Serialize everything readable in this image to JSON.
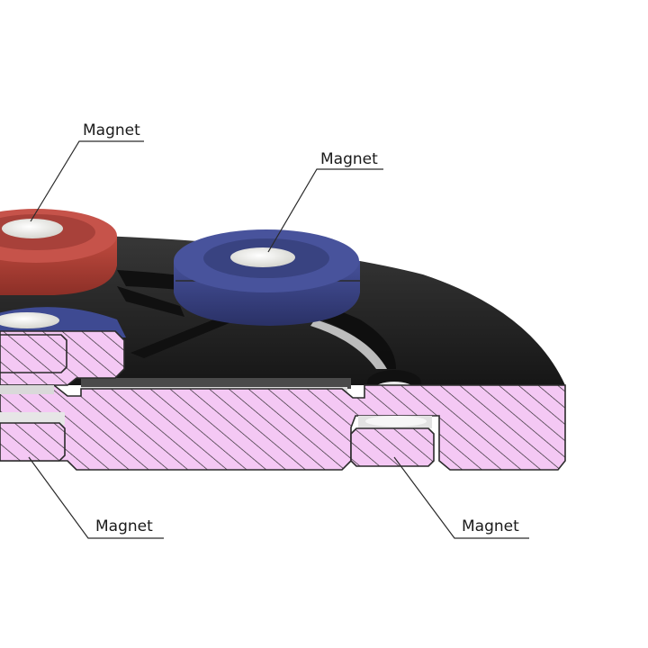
{
  "callouts": {
    "top_left": {
      "label": "Magnet"
    },
    "top_right": {
      "label": "Magnet"
    },
    "bottom_left": {
      "label": "Magnet"
    },
    "bottom_right": {
      "label": "Magnet"
    }
  },
  "colors": {
    "background": "#ffffff",
    "section_fill": "#f4c8f4",
    "section_hatch": "#222222",
    "body_dark": "#262626",
    "magnet_red": "#b8463c",
    "magnet_blue": "#3f4a8c",
    "magnet_core": "#f0efea"
  }
}
